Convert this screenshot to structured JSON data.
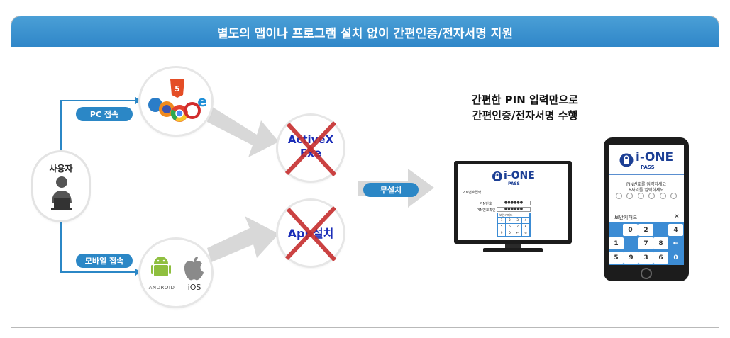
{
  "banner": {
    "title": "별도의 앱이나 프로그램 설치 없이 간편인증/전자서명 지원"
  },
  "user": {
    "label": "사용자",
    "icon": "user-laptop-icon"
  },
  "pc": {
    "pill": "PC 접속",
    "icons": [
      "html5-icon",
      "edge-icon",
      "chrome-icon",
      "opera-icon",
      "firefox-icon",
      "ie-icon"
    ]
  },
  "mobile": {
    "pill": "모바일 접속",
    "android": "ANDROID",
    "ios": "iOS"
  },
  "blocked": {
    "activex_line1": "ActiveX",
    "activex_line2": "Exe",
    "app": "App설치"
  },
  "middle": {
    "pill": "무설치"
  },
  "headline": {
    "line1": "간편한 PIN 입력만으로",
    "line2": "간편인증/전자서명 수행"
  },
  "brand": {
    "name": "i-ONE",
    "sub": "PASS"
  },
  "monitor": {
    "heading": "PIN번호입력",
    "field1_label": "PIN번호",
    "field2_label": "PIN번호확인",
    "masked": "●●●●●●",
    "keypad_title": "보안키패드",
    "keys": [
      "1",
      "2",
      "3",
      "4",
      "5",
      "6",
      "7",
      "8",
      "9",
      "0",
      "←",
      "⏎"
    ]
  },
  "phone": {
    "prompt_line1": "PIN번호를 입력하세요",
    "prompt_line2": "6자리를 입력하세요",
    "keypad_title": "보안키패드",
    "close": "✕",
    "row1": [
      "0",
      "2",
      "",
      "4"
    ],
    "row2": [
      "1",
      "",
      "7",
      "8",
      "←"
    ],
    "row3": [
      "5",
      "9",
      "3",
      "6",
      "0"
    ]
  },
  "colors": {
    "banner": "#2f86c8",
    "pill": "#2b87c6",
    "cross": "#c62e2e",
    "brand": "#1c3f95"
  }
}
